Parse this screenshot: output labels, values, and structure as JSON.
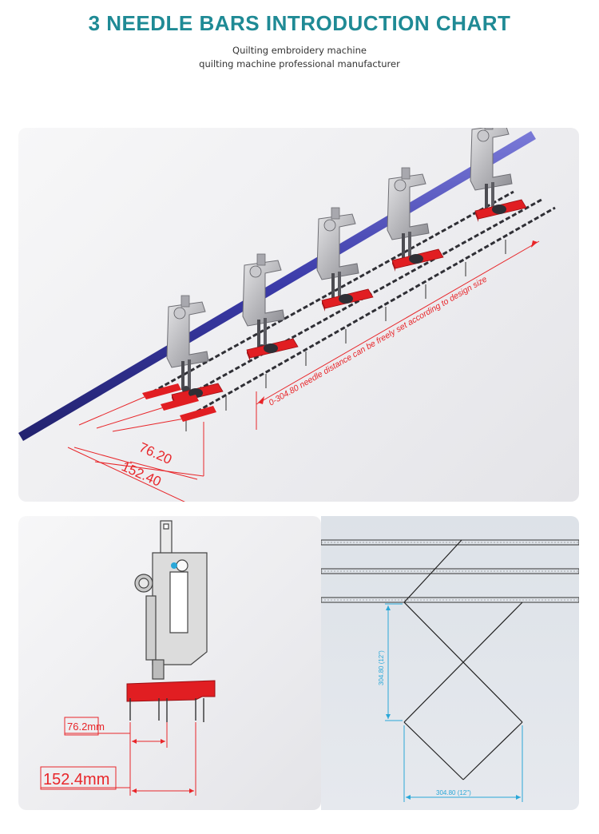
{
  "header": {
    "title": "3 NEEDLE BARS INTRODUCTION CHART",
    "subtitle_line1": "Quilting embroidery machine",
    "subtitle_line2": "quilting machine professional manufacturer"
  },
  "top_diagram": {
    "annotation": "0-304.80 needle distance can be freely set according to design size",
    "dim_small": "76.20",
    "dim_large": "152.40"
  },
  "side_view": {
    "dim_small": "76.2mm",
    "dim_large": "152.4mm"
  },
  "plan_view": {
    "dim_vertical": "304.80 (12\")",
    "dim_horizontal": "304.80 (12\")"
  },
  "colors": {
    "title": "#1f8a95",
    "dimension_red": "#e8262a",
    "shaft_blue": "#3a3aa8",
    "dimension_cyan": "#2aa7d8"
  }
}
